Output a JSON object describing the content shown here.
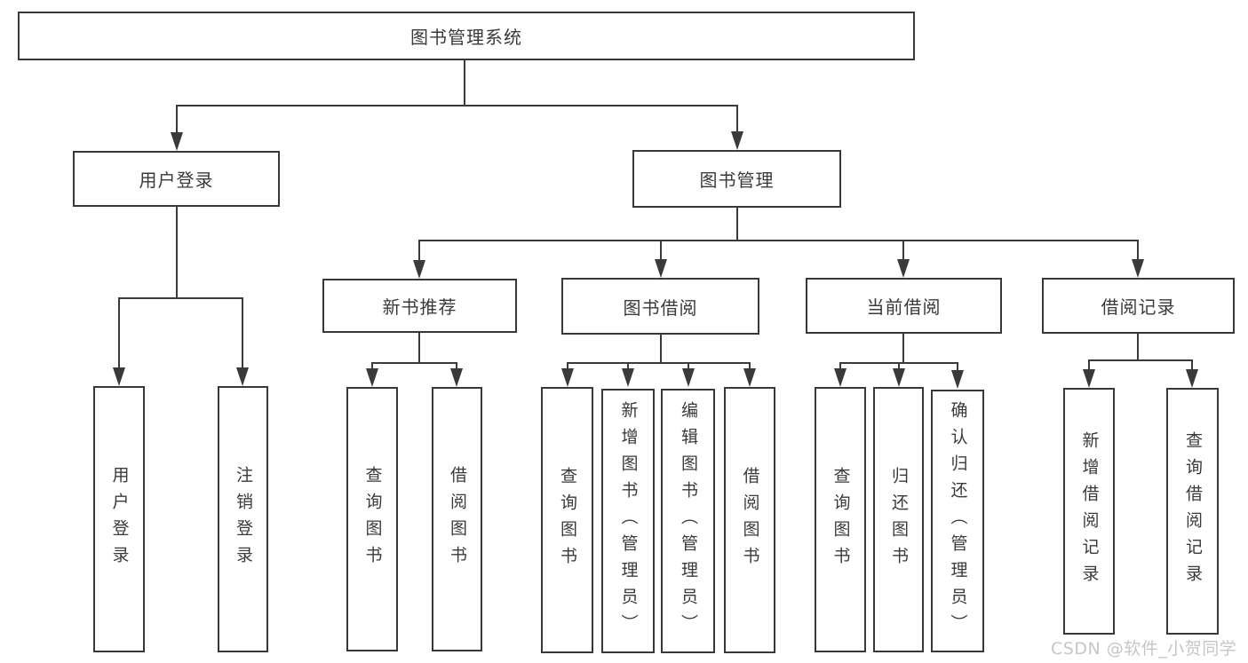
{
  "tree": {
    "root": "图书管理系统",
    "user": {
      "label": "用户登录",
      "children": [
        "用户登录",
        "注销登录"
      ]
    },
    "book": {
      "label": "图书管理",
      "recommend": {
        "label": "新书推荐",
        "children": [
          "查询图书",
          "借阅图书"
        ]
      },
      "borrow": {
        "label": "图书借阅",
        "children": [
          "查询图书",
          "新增图书（管理员）",
          "编辑图书（管理员）",
          "借阅图书"
        ]
      },
      "current": {
        "label": "当前借阅",
        "children": [
          "查询图书",
          "归还图书",
          "确认归还（管理员）"
        ]
      },
      "records": {
        "label": "借阅记录",
        "children": [
          "新增借阅记录",
          "查询借阅记录"
        ]
      }
    }
  },
  "colors": {
    "line": "#3a3a3a",
    "border": "#383838",
    "text": "#3a3a3a",
    "watermark": "#c3c3c3"
  },
  "watermark": "CSDN @软件_小贺同学"
}
